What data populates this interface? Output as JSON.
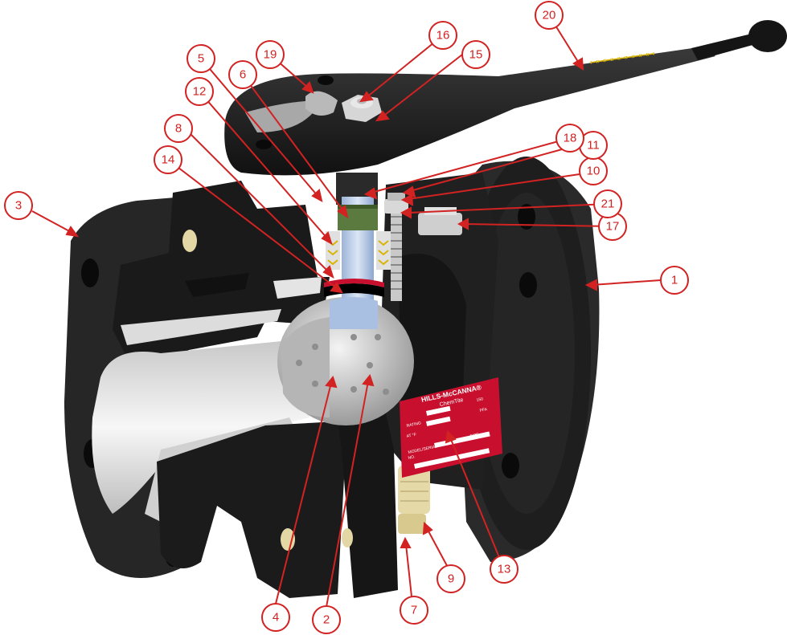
{
  "nameplate": {
    "brand": "HILLS-McCANNA®",
    "product": "ChemTite",
    "rating": "RATING",
    "at": "AT °F",
    "model_serial": "MODEL/SERIAL",
    "no": "NO.",
    "size": "SIZE",
    "lining": "PFA",
    "pressure": "150"
  },
  "callouts": [
    {
      "id": "c1",
      "label": "1"
    },
    {
      "id": "c2",
      "label": "2"
    },
    {
      "id": "c3",
      "label": "3"
    },
    {
      "id": "c4",
      "label": "4"
    },
    {
      "id": "c5",
      "label": "5"
    },
    {
      "id": "c6",
      "label": "6"
    },
    {
      "id": "c7",
      "label": "7"
    },
    {
      "id": "c8",
      "label": "8"
    },
    {
      "id": "c9",
      "label": "9"
    },
    {
      "id": "c10",
      "label": "10"
    },
    {
      "id": "c11",
      "label": "11"
    },
    {
      "id": "c12",
      "label": "12"
    },
    {
      "id": "c13",
      "label": "13"
    },
    {
      "id": "c14",
      "label": "14"
    },
    {
      "id": "c15",
      "label": "15"
    },
    {
      "id": "c16",
      "label": "16"
    },
    {
      "id": "c17",
      "label": "17"
    },
    {
      "id": "c18",
      "label": "18"
    },
    {
      "id": "c19",
      "label": "19"
    },
    {
      "id": "c20",
      "label": "20"
    },
    {
      "id": "c21",
      "label": "21"
    }
  ],
  "colors": {
    "callout": "#d22222",
    "body": "#1c1c1c",
    "lining": "#e2e2e2",
    "nameplate": "#c8102e",
    "brass": "#e6d9a8"
  }
}
